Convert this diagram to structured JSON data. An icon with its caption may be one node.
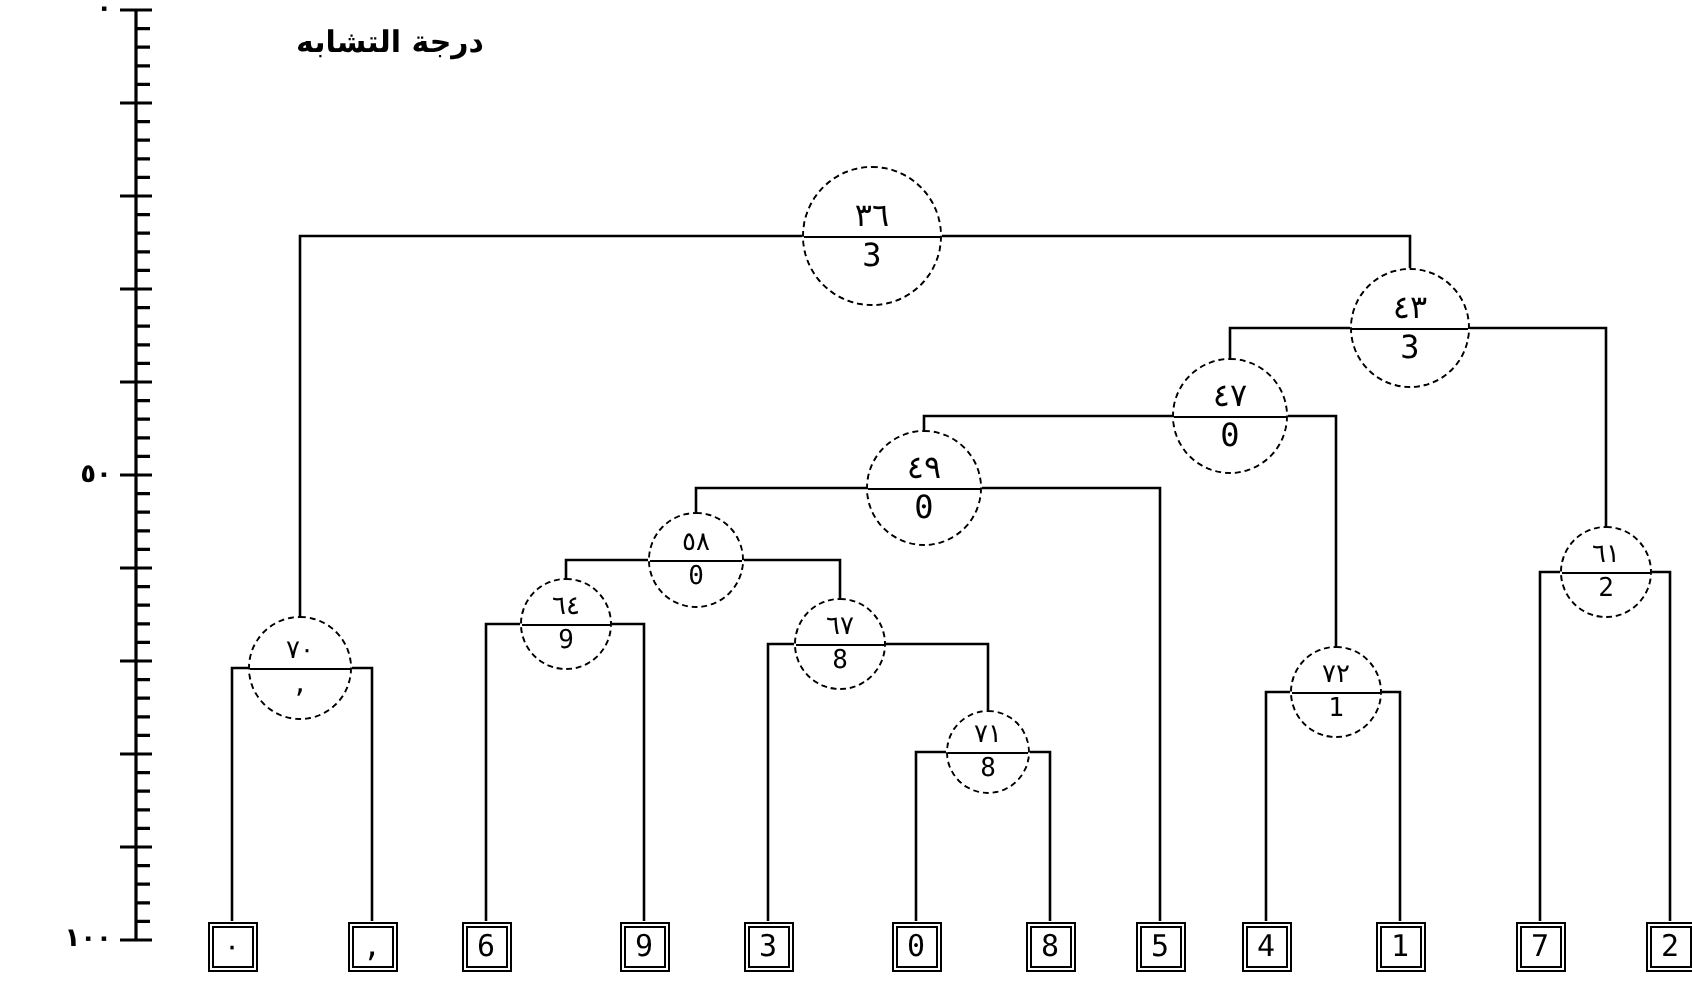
{
  "diagram": {
    "title": "درجة التشابه",
    "nodes": [
      {
        "text": [
          "٣٦",
          "3"
        ]
      },
      {
        "text": [
          "٤٣",
          "3"
        ]
      },
      {
        "text": [
          "٤٧",
          "0"
        ]
      },
      {
        "text": [
          "٤٩",
          "0"
        ]
      },
      {
        "text": [
          "٥٨",
          "0"
        ]
      },
      {
        "text": [
          "٦١",
          "2"
        ]
      },
      {
        "text": [
          "٦٤",
          "9"
        ]
      },
      {
        "text": [
          "٦٧",
          "8"
        ]
      },
      {
        "text": [
          "٧٠",
          ","
        ]
      },
      {
        "text": [
          "٧٢",
          "1"
        ]
      },
      {
        "text": [
          "٧١",
          "8"
        ]
      },
      {
        "text": [
          "٠"
        ]
      },
      {
        "text": [
          ","
        ]
      },
      {
        "text": [
          "6"
        ]
      },
      {
        "text": [
          "9"
        ]
      },
      {
        "text": [
          "3"
        ]
      },
      {
        "text": [
          "0"
        ]
      },
      {
        "text": [
          "8"
        ]
      },
      {
        "text": [
          "5"
        ]
      },
      {
        "text": [
          "4"
        ]
      },
      {
        "text": [
          "1"
        ]
      },
      {
        "text": [
          "7"
        ]
      },
      {
        "text": [
          "2"
        ]
      }
    ],
    "edges": [
      {
        "from": 0,
        "to": 8,
        "arrow": "none"
      },
      {
        "from": 0,
        "to": 1,
        "arrow": "none"
      },
      {
        "from": 1,
        "to": 2,
        "arrow": "none"
      },
      {
        "from": 1,
        "to": 5,
        "arrow": "none"
      },
      {
        "from": 2,
        "to": 3,
        "arrow": "none"
      },
      {
        "from": 2,
        "to": 9,
        "arrow": "none"
      },
      {
        "from": 3,
        "to": 4,
        "arrow": "none"
      },
      {
        "from": 3,
        "to": 18,
        "arrow": "none"
      },
      {
        "from": 4,
        "to": 6,
        "arrow": "none"
      },
      {
        "from": 4,
        "to": 7,
        "arrow": "none"
      },
      {
        "from": 6,
        "to": 13,
        "arrow": "none"
      },
      {
        "from": 6,
        "to": 14,
        "arrow": "none"
      },
      {
        "from": 7,
        "to": 15,
        "arrow": "none"
      },
      {
        "from": 7,
        "to": 10,
        "arrow": "none"
      },
      {
        "from": 10,
        "to": 16,
        "arrow": "none"
      },
      {
        "from": 10,
        "to": 17,
        "arrow": "none"
      },
      {
        "from": 8,
        "to": 11,
        "arrow": "none"
      },
      {
        "from": 8,
        "to": 12,
        "arrow": "none"
      },
      {
        "from": 9,
        "to": 19,
        "arrow": "none"
      },
      {
        "from": 9,
        "to": 20,
        "arrow": "none"
      },
      {
        "from": 5,
        "to": 21,
        "arrow": "none"
      },
      {
        "from": 5,
        "to": 22,
        "arrow": "none"
      }
    ],
    "labels": [
      "٠",
      "٥٠",
      "١٠٠"
    ]
  }
}
